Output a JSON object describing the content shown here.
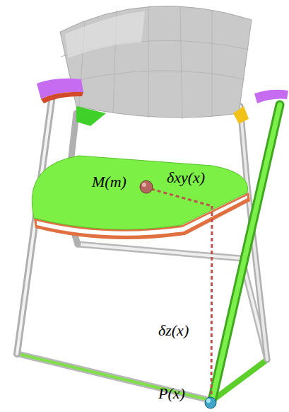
{
  "diagram": {
    "labels": [
      "M(m)",
      "δxy(x)",
      "δz(x)",
      "P(x)"
    ]
  }
}
